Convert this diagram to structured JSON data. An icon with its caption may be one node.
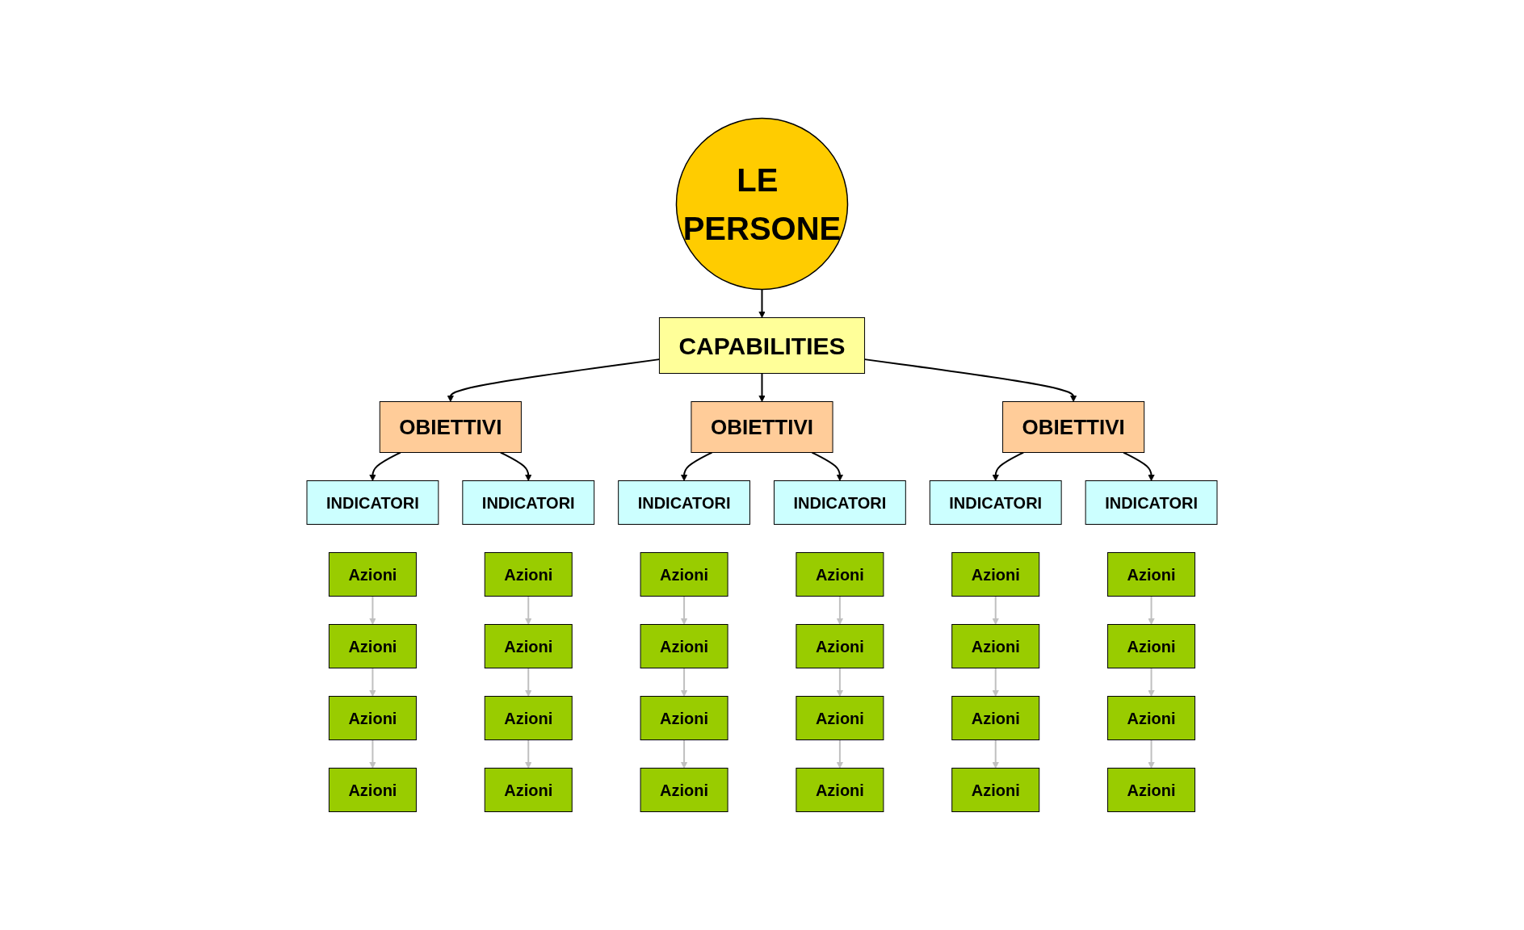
{
  "diagram": {
    "nodes": [
      {
        "text": [
          "LE PERSONE"
        ]
      },
      {
        "text": [
          "CAPABILITIES"
        ]
      },
      {
        "text": [
          "OBIETTIVI"
        ]
      },
      {
        "text": [
          "OBIETTIVI"
        ]
      },
      {
        "text": [
          "OBIETTIVI"
        ]
      },
      {
        "text": [
          "INDICATORI"
        ]
      },
      {
        "text": [
          "INDICATORI"
        ]
      },
      {
        "text": [
          "INDICATORI"
        ]
      },
      {
        "text": [
          "INDICATORI"
        ]
      },
      {
        "text": [
          "INDICATORI"
        ]
      },
      {
        "text": [
          "INDICATORI"
        ]
      },
      {
        "text": [
          "Azioni"
        ]
      },
      {
        "text": [
          "Azioni"
        ]
      },
      {
        "text": [
          "Azioni"
        ]
      },
      {
        "text": [
          "Azioni"
        ]
      },
      {
        "text": [
          "Azioni"
        ]
      },
      {
        "text": [
          "Azioni"
        ]
      },
      {
        "text": [
          "Azioni"
        ]
      },
      {
        "text": [
          "Azioni"
        ]
      },
      {
        "text": [
          "Azioni"
        ]
      },
      {
        "text": [
          "Azioni"
        ]
      },
      {
        "text": [
          "Azioni"
        ]
      },
      {
        "text": [
          "Azioni"
        ]
      },
      {
        "text": [
          "Azioni"
        ]
      },
      {
        "text": [
          "Azioni"
        ]
      },
      {
        "text": [
          "Azioni"
        ]
      },
      {
        "text": [
          "Azioni"
        ]
      },
      {
        "text": [
          "Azioni"
        ]
      },
      {
        "text": [
          "Azioni"
        ]
      },
      {
        "text": [
          "Azioni"
        ]
      },
      {
        "text": [
          "Azioni"
        ]
      },
      {
        "text": [
          "Azioni"
        ]
      },
      {
        "text": [
          "Azioni"
        ]
      },
      {
        "text": [
          "Azioni"
        ]
      },
      {
        "text": [
          "Azioni"
        ]
      }
    ],
    "edges": [
      {
        "from": 0,
        "to": 1,
        "arrow": "to",
        "color": "#000000"
      },
      {
        "from": 1,
        "to": 2,
        "arrow": "to",
        "color": "#000000"
      },
      {
        "from": 1,
        "to": 3,
        "arrow": "to",
        "color": "#000000"
      },
      {
        "from": 1,
        "to": 4,
        "arrow": "to",
        "color": "#000000"
      },
      {
        "from": 2,
        "to": 5,
        "arrow": "to",
        "color": "#000000"
      },
      {
        "from": 2,
        "to": 6,
        "arrow": "to",
        "color": "#000000"
      },
      {
        "from": 3,
        "to": 7,
        "arrow": "to",
        "color": "#000000"
      },
      {
        "from": 3,
        "to": 8,
        "arrow": "to",
        "color": "#000000"
      },
      {
        "from": 4,
        "to": 9,
        "arrow": "to",
        "color": "#000000"
      },
      {
        "from": 4,
        "to": 10,
        "arrow": "to",
        "color": "#000000"
      },
      {
        "from": 11,
        "to": 12,
        "arrow": "to",
        "color": "#c0c0c0"
      },
      {
        "from": 12,
        "to": 13,
        "arrow": "to",
        "color": "#c0c0c0"
      },
      {
        "from": 13,
        "to": 14,
        "arrow": "to",
        "color": "#c0c0c0"
      },
      {
        "from": 15,
        "to": 16,
        "arrow": "to",
        "color": "#c0c0c0"
      },
      {
        "from": 16,
        "to": 17,
        "arrow": "to",
        "color": "#c0c0c0"
      },
      {
        "from": 17,
        "to": 18,
        "arrow": "to",
        "color": "#c0c0c0"
      },
      {
        "from": 19,
        "to": 20,
        "arrow": "to",
        "color": "#c0c0c0"
      },
      {
        "from": 20,
        "to": 21,
        "arrow": "to",
        "color": "#c0c0c0"
      },
      {
        "from": 21,
        "to": 22,
        "arrow": "to",
        "color": "#c0c0c0"
      },
      {
        "from": 23,
        "to": 24,
        "arrow": "to",
        "color": "#c0c0c0"
      },
      {
        "from": 24,
        "to": 25,
        "arrow": "to",
        "color": "#c0c0c0"
      },
      {
        "from": 25,
        "to": 26,
        "arrow": "to",
        "color": "#c0c0c0"
      },
      {
        "from": 27,
        "to": 28,
        "arrow": "to",
        "color": "#c0c0c0"
      },
      {
        "from": 28,
        "to": 29,
        "arrow": "to",
        "color": "#c0c0c0"
      },
      {
        "from": 29,
        "to": 30,
        "arrow": "to",
        "color": "#c0c0c0"
      },
      {
        "from": 31,
        "to": 32,
        "arrow": "to",
        "color": "#c0c0c0"
      },
      {
        "from": 32,
        "to": 33,
        "arrow": "to",
        "color": "#c0c0c0"
      },
      {
        "from": 33,
        "to": 34,
        "arrow": "to",
        "color": "#c0c0c0"
      }
    ]
  }
}
